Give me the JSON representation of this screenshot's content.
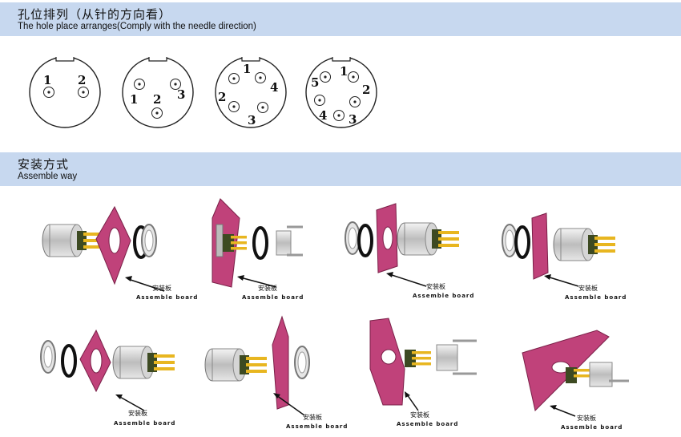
{
  "sections": {
    "hole": {
      "title_zh": "孔位排列（从针的方向看）",
      "title_en": "The hole place arranges(Comply with the needle direction)"
    },
    "assemble": {
      "title_zh": "安装方式",
      "title_en": "Assemble way"
    }
  },
  "pin_layouts": [
    {
      "pins": [
        "1",
        "2"
      ]
    },
    {
      "pins": [
        "1",
        "2",
        "3"
      ]
    },
    {
      "pins": [
        "1",
        "2",
        "3",
        "4"
      ]
    },
    {
      "pins": [
        "1",
        "2",
        "3",
        "4",
        "5"
      ]
    }
  ],
  "assembly": {
    "label_zh": "安装板",
    "label_en": "Assemble board"
  },
  "colors": {
    "band": "#c7d8ef",
    "board": "#c0427a",
    "gold": "#e8b620",
    "insulator": "#3d4a22"
  }
}
